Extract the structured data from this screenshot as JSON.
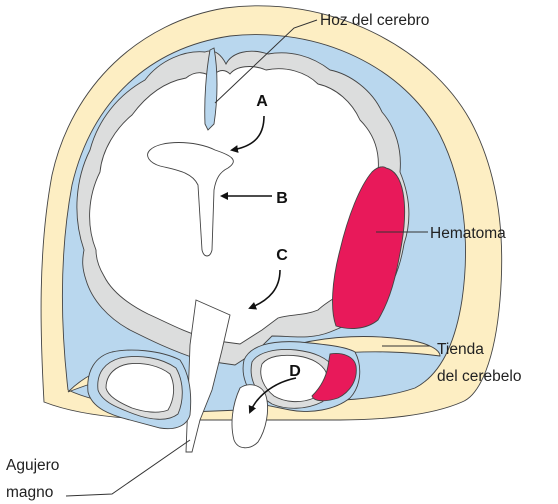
{
  "labels": {
    "falx": "Hoz del cerebro",
    "hematoma": "Hematoma",
    "tentorium_line1": "Tienda",
    "tentorium_line2": "del cerebelo",
    "foramen_line1": "Agujero",
    "foramen_line2": "magno"
  },
  "markers": {
    "a": "A",
    "b": "B",
    "c": "C",
    "d": "D"
  },
  "colors": {
    "skull": "#fdeec3",
    "csf_space": "#b9d7ee",
    "cortex_rim": "#dcdddd",
    "brain": "#ffffff",
    "hematoma": "#e8195a",
    "outline": "#444444"
  }
}
